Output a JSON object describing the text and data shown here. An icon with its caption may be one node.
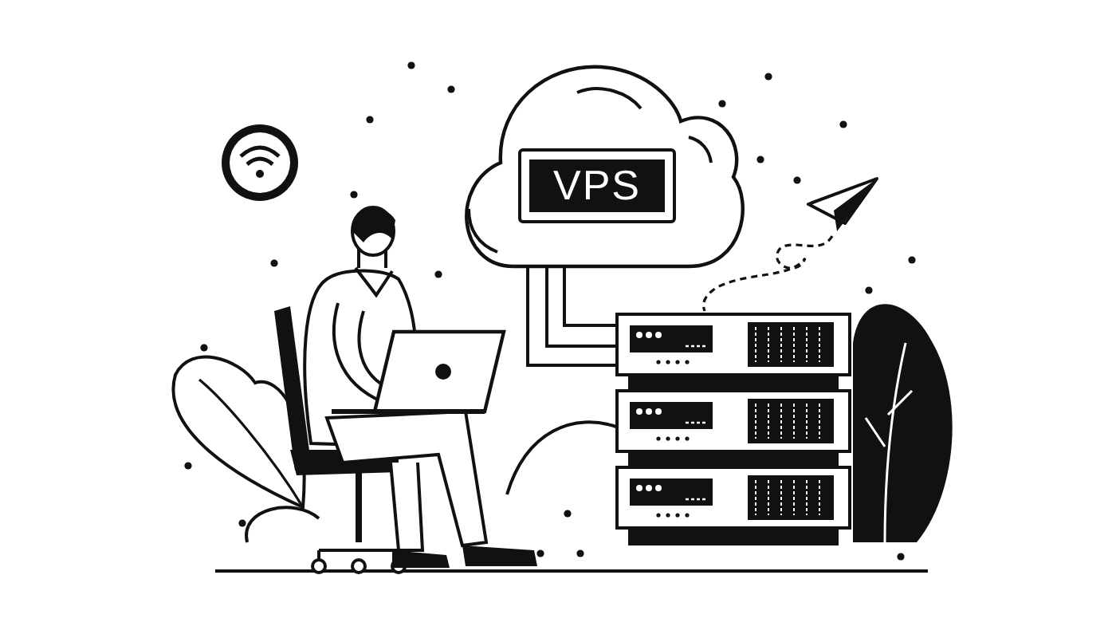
{
  "diagram": {
    "nodes": [
      {
        "text": [],
        "shape": "cloud"
      },
      {
        "text": [
          "VPS"
        ],
        "in": 0
      },
      {
        "text": [],
        "shape": "picture"
      }
    ],
    "edges": [
      {
        "from": 0,
        "to": 2,
        "arrow": "none"
      },
      {
        "from": 0,
        "to": 2,
        "arrow": "none"
      },
      {
        "from": 0,
        "to": 2,
        "arrow": "none"
      }
    ]
  }
}
